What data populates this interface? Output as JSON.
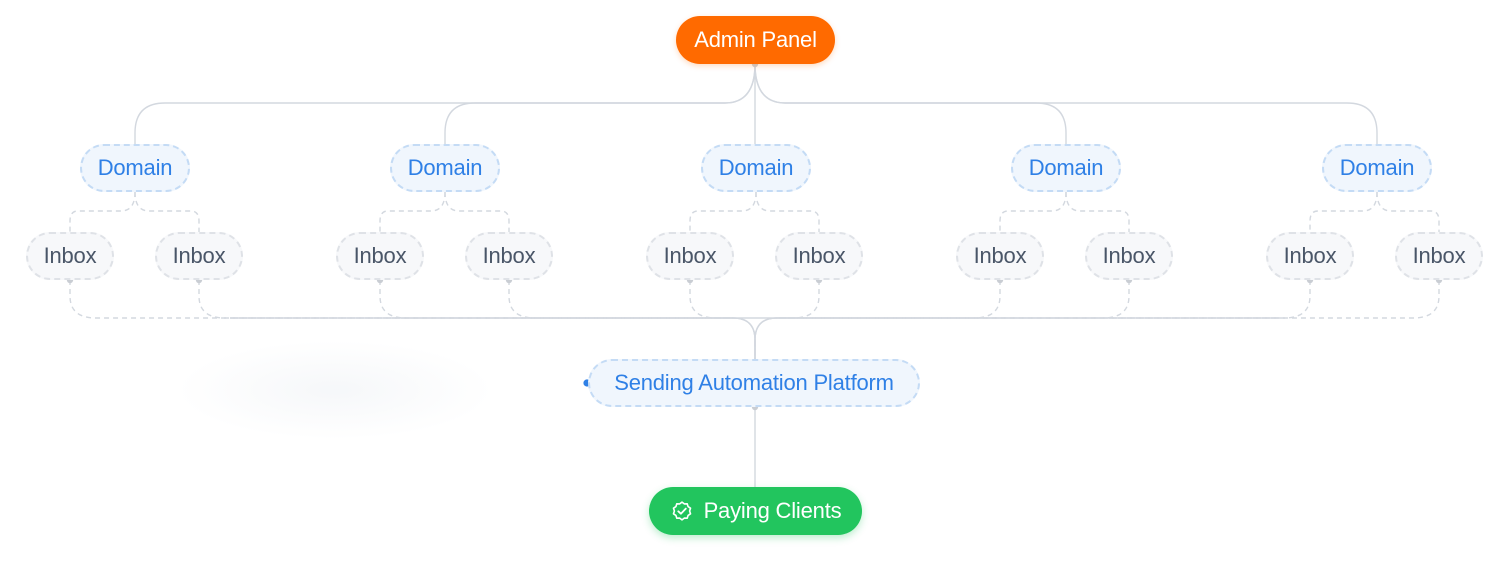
{
  "colors": {
    "admin_bg": "#ff6a00",
    "domain_text": "#2f80e6",
    "inbox_text": "#4a5668",
    "platform_text": "#2f80e6",
    "clients_bg": "#22c55e",
    "connector": "#d3d8df",
    "dot": "#c9cdd3",
    "accent_dot": "#2f80e6"
  },
  "admin_panel": {
    "label": "Admin Panel"
  },
  "domains": [
    {
      "label": "Domain",
      "inboxes": [
        {
          "label": "Inbox"
        },
        {
          "label": "Inbox"
        }
      ]
    },
    {
      "label": "Domain",
      "inboxes": [
        {
          "label": "Inbox"
        },
        {
          "label": "Inbox"
        }
      ]
    },
    {
      "label": "Domain",
      "inboxes": [
        {
          "label": "Inbox"
        },
        {
          "label": "Inbox"
        }
      ]
    },
    {
      "label": "Domain",
      "inboxes": [
        {
          "label": "Inbox"
        },
        {
          "label": "Inbox"
        }
      ]
    },
    {
      "label": "Domain",
      "inboxes": [
        {
          "label": "Inbox"
        },
        {
          "label": "Inbox"
        }
      ]
    }
  ],
  "platform": {
    "label": "Sending Automation Platform"
  },
  "paying_clients": {
    "label": "Paying Clients",
    "icon": "check-badge-icon"
  }
}
